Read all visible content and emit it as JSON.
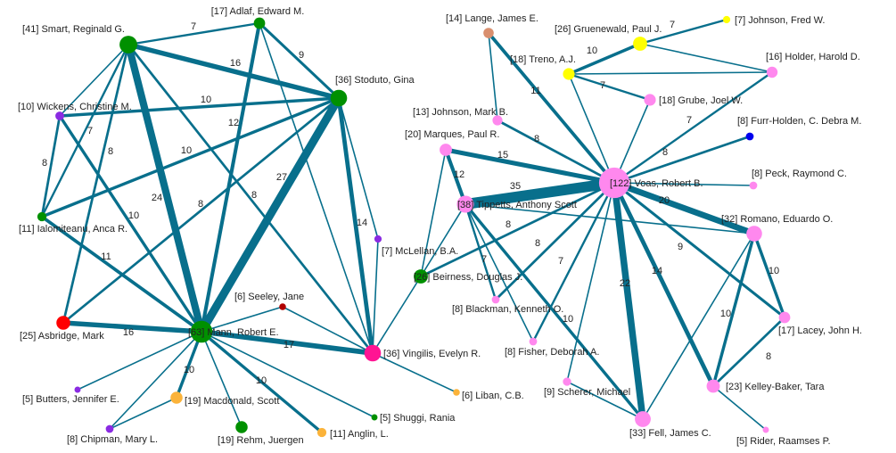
{
  "chart_data": {
    "type": "network",
    "title": "",
    "colors": {
      "edge": "#086f8c"
    },
    "nodes": [
      {
        "id": "smart",
        "label": "[41] Smart, Reginald G.",
        "count": 41,
        "color": "#009000"
      },
      {
        "id": "adlaf",
        "label": "[17] Adlaf, Edward M.",
        "count": 17,
        "color": "#009000"
      },
      {
        "id": "stoduto",
        "label": "[36] Stoduto, Gina",
        "count": 36,
        "color": "#009000"
      },
      {
        "id": "wickens",
        "label": "[10] Wickens, Christine M.",
        "count": 10,
        "color": "#8a2be2"
      },
      {
        "id": "ialomiteanu",
        "label": "[11] Ialomiteanu, Anca R.",
        "count": 11,
        "color": "#009000"
      },
      {
        "id": "asbridge",
        "label": "[25] Asbridge, Mark",
        "count": 25,
        "color": "#ff0000"
      },
      {
        "id": "mann",
        "label": "[63] Mann, Robert E.",
        "count": 63,
        "color": "#009000"
      },
      {
        "id": "seeley",
        "label": "[6] Seeley, Jane",
        "count": 6,
        "color": "#b00000"
      },
      {
        "id": "vingilis",
        "label": "[36] Vingilis, Evelyn R.",
        "count": 36,
        "color": "#ff1493"
      },
      {
        "id": "mclellan",
        "label": "[7] McLellan, B.A.",
        "count": 7,
        "color": "#8a2be2"
      },
      {
        "id": "beirness",
        "label": "[26] Beirness, Douglas J.",
        "count": 26,
        "color": "#009000"
      },
      {
        "id": "butters",
        "label": "[5] Butters, Jennifer E.",
        "count": 5,
        "color": "#8a2be2"
      },
      {
        "id": "macdonald",
        "label": "[19] Macdonald, Scott",
        "count": 19,
        "color": "#fbb33a"
      },
      {
        "id": "chipman",
        "label": "[8] Chipman, Mary L.",
        "count": 8,
        "color": "#8a2be2"
      },
      {
        "id": "rehm",
        "label": "[19] Rehm, Juergen",
        "count": 19,
        "color": "#009000"
      },
      {
        "id": "anglin",
        "label": "[11] Anglin, L.",
        "count": 11,
        "color": "#fbb33a"
      },
      {
        "id": "shuggi",
        "label": "[5] Shuggi, Rania",
        "count": 5,
        "color": "#009000"
      },
      {
        "id": "liban",
        "label": "[6] Liban, C.B.",
        "count": 6,
        "color": "#fbb33a"
      },
      {
        "id": "lange",
        "label": "[14] Lange, James E.",
        "count": 14,
        "color": "#d98f6e"
      },
      {
        "id": "gruenewald",
        "label": "[26] Gruenewald, Paul J.",
        "count": 26,
        "color": "#ffff00"
      },
      {
        "id": "johnsonf",
        "label": "[7] Johnson, Fred W.",
        "count": 7,
        "color": "#ffff00"
      },
      {
        "id": "treno",
        "label": "[18] Treno, A.J.",
        "count": 18,
        "color": "#ffff00"
      },
      {
        "id": "holder",
        "label": "[16] Holder, Harold D.",
        "count": 16,
        "color": "#ff88ee"
      },
      {
        "id": "grube",
        "label": "[18] Grube, Joel W.",
        "count": 18,
        "color": "#ff88ee"
      },
      {
        "id": "johnsonm",
        "label": "[13] Johnson, Mark B.",
        "count": 13,
        "color": "#ff88ee"
      },
      {
        "id": "furrholden",
        "label": "[8] Furr-Holden, C. Debra M.",
        "count": 8,
        "color": "#0000ee"
      },
      {
        "id": "marques",
        "label": "[20] Marques, Paul R.",
        "count": 20,
        "color": "#ff88ee"
      },
      {
        "id": "voas",
        "label": "[122] Voas, Robert B.",
        "count": 122,
        "color": "#ff88ee"
      },
      {
        "id": "peck",
        "label": "[8] Peck, Raymond C.",
        "count": 8,
        "color": "#ff88ee"
      },
      {
        "id": "tippetts",
        "label": "[38] Tippetts, Anthony Scott",
        "count": 38,
        "color": "#ff88ee"
      },
      {
        "id": "romano",
        "label": "[32] Romano, Eduardo O.",
        "count": 32,
        "color": "#ff88ee"
      },
      {
        "id": "blackman",
        "label": "[8] Blackman, Kenneth O.",
        "count": 8,
        "color": "#ff88ee"
      },
      {
        "id": "fisher",
        "label": "[8] Fisher, Deborah A.",
        "count": 8,
        "color": "#ff88ee"
      },
      {
        "id": "lacey",
        "label": "[17] Lacey, John H.",
        "count": 17,
        "color": "#ff88ee"
      },
      {
        "id": "scherer",
        "label": "[9] Scherer, Michael",
        "count": 9,
        "color": "#ff88ee"
      },
      {
        "id": "kelleybaker",
        "label": "[23] Kelley-Baker, Tara",
        "count": 23,
        "color": "#ff88ee"
      },
      {
        "id": "fell",
        "label": "[33] Fell, James C.",
        "count": 33,
        "color": "#ff88ee"
      },
      {
        "id": "rider",
        "label": "[5] Rider, Raamses P.",
        "count": 5,
        "color": "#ff88ee"
      }
    ],
    "edges": [
      {
        "source": "smart",
        "target": "adlaf",
        "weight": 7,
        "label": "7"
      },
      {
        "source": "smart",
        "target": "stoduto",
        "weight": 16,
        "label": "16"
      },
      {
        "source": "adlaf",
        "target": "stoduto",
        "weight": 9,
        "label": "9"
      },
      {
        "source": "wickens",
        "target": "stoduto",
        "weight": 10,
        "label": "10"
      },
      {
        "source": "smart",
        "target": "mann",
        "weight": 24,
        "label": "24"
      },
      {
        "source": "stoduto",
        "target": "mann",
        "weight": 27,
        "label": "27"
      },
      {
        "source": "adlaf",
        "target": "mann",
        "weight": 12,
        "label": "12"
      },
      {
        "source": "ialomiteanu",
        "target": "stoduto",
        "weight": 10,
        "label": "10"
      },
      {
        "source": "smart",
        "target": "wickens",
        "weight": null,
        "label": ""
      },
      {
        "source": "smart",
        "target": "ialomiteanu",
        "weight": 7,
        "label": "7"
      },
      {
        "source": "smart",
        "target": "asbridge",
        "weight": 8,
        "label": "8"
      },
      {
        "source": "wickens",
        "target": "ialomiteanu",
        "weight": 8,
        "label": "8"
      },
      {
        "source": "wickens",
        "target": "mann",
        "weight": 10,
        "label": "10"
      },
      {
        "source": "ialomiteanu",
        "target": "mann",
        "weight": 11,
        "label": "11"
      },
      {
        "source": "asbridge",
        "target": "mann",
        "weight": 16,
        "label": "16"
      },
      {
        "source": "asbridge",
        "target": "stoduto",
        "weight": 8,
        "label": "8"
      },
      {
        "source": "smart",
        "target": "vingilis",
        "weight": 8,
        "label": "8"
      },
      {
        "source": "adlaf",
        "target": "vingilis",
        "weight": null,
        "label": ""
      },
      {
        "source": "stoduto",
        "target": "vingilis",
        "weight": 14,
        "label": "14"
      },
      {
        "source": "stoduto",
        "target": "mclellan",
        "weight": null,
        "label": ""
      },
      {
        "source": "mclellan",
        "target": "vingilis",
        "weight": null,
        "label": ""
      },
      {
        "source": "mann",
        "target": "vingilis",
        "weight": 17,
        "label": "17"
      },
      {
        "source": "mann",
        "target": "seeley",
        "weight": null,
        "label": ""
      },
      {
        "source": "seeley",
        "target": "vingilis",
        "weight": null,
        "label": ""
      },
      {
        "source": "mann",
        "target": "butters",
        "weight": null,
        "label": ""
      },
      {
        "source": "mann",
        "target": "chipman",
        "weight": null,
        "label": ""
      },
      {
        "source": "mann",
        "target": "macdonald",
        "weight": 10,
        "label": "10"
      },
      {
        "source": "macdonald",
        "target": "chipman",
        "weight": null,
        "label": ""
      },
      {
        "source": "mann",
        "target": "rehm",
        "weight": null,
        "label": ""
      },
      {
        "source": "mann",
        "target": "anglin",
        "weight": 10,
        "label": "10"
      },
      {
        "source": "mann",
        "target": "shuggi",
        "weight": null,
        "label": ""
      },
      {
        "source": "vingilis",
        "target": "liban",
        "weight": null,
        "label": ""
      },
      {
        "source": "vingilis",
        "target": "beirness",
        "weight": null,
        "label": ""
      },
      {
        "source": "lange",
        "target": "voas",
        "weight": 11,
        "label": "11"
      },
      {
        "source": "lange",
        "target": "johnsonm",
        "weight": null,
        "label": ""
      },
      {
        "source": "gruenewald",
        "target": "johnsonf",
        "weight": 7,
        "label": "7"
      },
      {
        "source": "treno",
        "target": "gruenewald",
        "weight": 10,
        "label": "10"
      },
      {
        "source": "gruenewald",
        "target": "holder",
        "weight": null,
        "label": ""
      },
      {
        "source": "treno",
        "target": "holder",
        "weight": null,
        "label": ""
      },
      {
        "source": "treno",
        "target": "grube",
        "weight": 7,
        "label": "7"
      },
      {
        "source": "treno",
        "target": "voas",
        "weight": null,
        "label": ""
      },
      {
        "source": "grube",
        "target": "voas",
        "weight": null,
        "label": ""
      },
      {
        "source": "holder",
        "target": "voas",
        "weight": 7,
        "label": "7"
      },
      {
        "source": "johnsonm",
        "target": "voas",
        "weight": 8,
        "label": "8"
      },
      {
        "source": "furrholden",
        "target": "voas",
        "weight": 8,
        "label": "8"
      },
      {
        "source": "marques",
        "target": "voas",
        "weight": 15,
        "label": "15"
      },
      {
        "source": "voas",
        "target": "peck",
        "weight": null,
        "label": ""
      },
      {
        "source": "tippetts",
        "target": "voas",
        "weight": 35,
        "label": "35"
      },
      {
        "source": "voas",
        "target": "romano",
        "weight": 20,
        "label": "20"
      },
      {
        "source": "marques",
        "target": "tippetts",
        "weight": 12,
        "label": "12"
      },
      {
        "source": "marques",
        "target": "beirness",
        "weight": null,
        "label": ""
      },
      {
        "source": "tippetts",
        "target": "beirness",
        "weight": null,
        "label": ""
      },
      {
        "source": "tippetts",
        "target": "romano",
        "weight": null,
        "label": ""
      },
      {
        "source": "beirness",
        "target": "voas",
        "weight": 8,
        "label": "8"
      },
      {
        "source": "tippetts",
        "target": "blackman",
        "weight": 7,
        "label": "7"
      },
      {
        "source": "tippetts",
        "target": "fisher",
        "weight": null,
        "label": ""
      },
      {
        "source": "tippetts",
        "target": "fell",
        "weight": 10,
        "label": "10"
      },
      {
        "source": "voas",
        "target": "blackman",
        "weight": 8,
        "label": "8"
      },
      {
        "source": "voas",
        "target": "fisher",
        "weight": 7,
        "label": "7"
      },
      {
        "source": "voas",
        "target": "scherer",
        "weight": null,
        "label": ""
      },
      {
        "source": "voas",
        "target": "fell",
        "weight": 22,
        "label": "22"
      },
      {
        "source": "voas",
        "target": "kelleybaker",
        "weight": 14,
        "label": "14"
      },
      {
        "source": "voas",
        "target": "lacey",
        "weight": 9,
        "label": "9"
      },
      {
        "source": "romano",
        "target": "lacey",
        "weight": 10,
        "label": "10"
      },
      {
        "source": "romano",
        "target": "kelleybaker",
        "weight": 10,
        "label": "10"
      },
      {
        "source": "romano",
        "target": "fell",
        "weight": null,
        "label": ""
      },
      {
        "source": "lacey",
        "target": "kelleybaker",
        "weight": 8,
        "label": "8"
      },
      {
        "source": "kelleybaker",
        "target": "rider",
        "weight": null,
        "label": ""
      },
      {
        "source": "scherer",
        "target": "fell",
        "weight": null,
        "label": ""
      }
    ]
  }
}
